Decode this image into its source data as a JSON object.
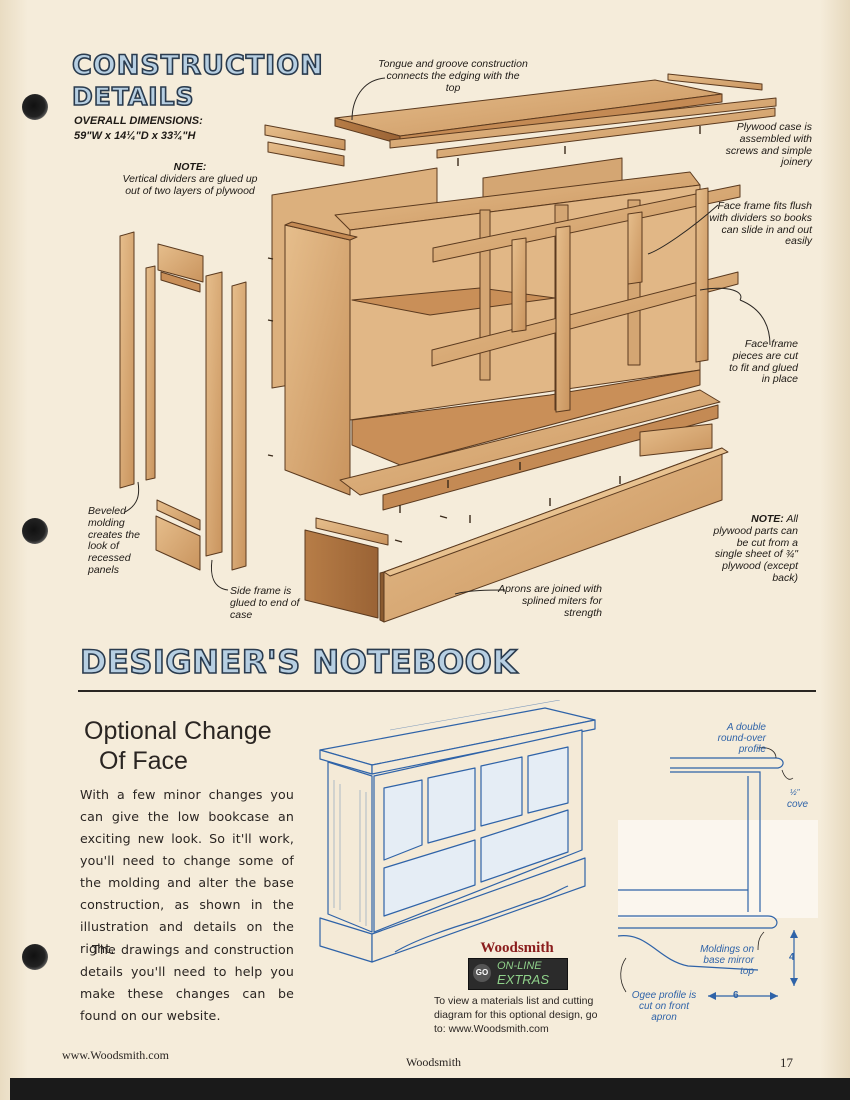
{
  "construction": {
    "title_line1": "CONSTRUCTION",
    "title_line2": "DETAILS",
    "dims_label": "OVERALL DIMENSIONS:",
    "dims_value": "59\"W x 14¼\"D x 33¾\"H",
    "note_label": "NOTE:",
    "note_text": "Vertical dividers are glued up out of two layers of plywood",
    "callouts": {
      "tongue": "Tongue and groove construction connects the edging with the top",
      "plywood_case": "Plywood case is assembled with screws and simple joinery",
      "face_frame_fits": "Face frame fits flush with dividers so books can slide in and out easily",
      "face_frame_pieces": "Face frame pieces are cut to fit and glued in place",
      "beveled": "Beveled molding creates the look of recessed panels",
      "side_frame": "Side frame is glued to end of case",
      "aprons": "Aprons are joined with splined miters for strength",
      "note_all_label": "NOTE:",
      "note_all_text": "All plywood parts can be cut from a single sheet of ¾\" plywood (except back)"
    }
  },
  "notebook": {
    "title": "DESIGNER'S NOTEBOOK",
    "heading_line1": "Optional Change",
    "heading_line2": "Of Face",
    "paragraph1": "With a few minor changes you can give the low bookcase an exciting new look. So it'll work, you'll need to change some of the molding and alter the base construction, as shown in the illustration and details on the right.",
    "paragraph2": "The drawings and construction details you'll need to help you make these changes can be found on our website.",
    "detail": {
      "roundover": "A double round-over profile",
      "cove_frac": "½\"",
      "cove": "cove",
      "moldings": "Moldings on base mirror top",
      "dim_height": "4",
      "ogee": "Ogee profile is cut on front apron",
      "dim_width": "6"
    },
    "badge": {
      "brand": "Woodsmith",
      "go": "GO",
      "line1": "ON-LINE",
      "line2": "EXTRAS"
    },
    "web_note": "To view a materials list and cutting diagram for this optional design, go to: www.Woodsmith.com"
  },
  "footer": {
    "url": "www.Woodsmith.com",
    "magazine": "Woodsmith",
    "page": "17"
  },
  "colors": {
    "paper": "#f4ead7",
    "wood": "#d9ad7a",
    "title_fill": "#b7cfe2",
    "blueprint": "#2f63a8"
  }
}
